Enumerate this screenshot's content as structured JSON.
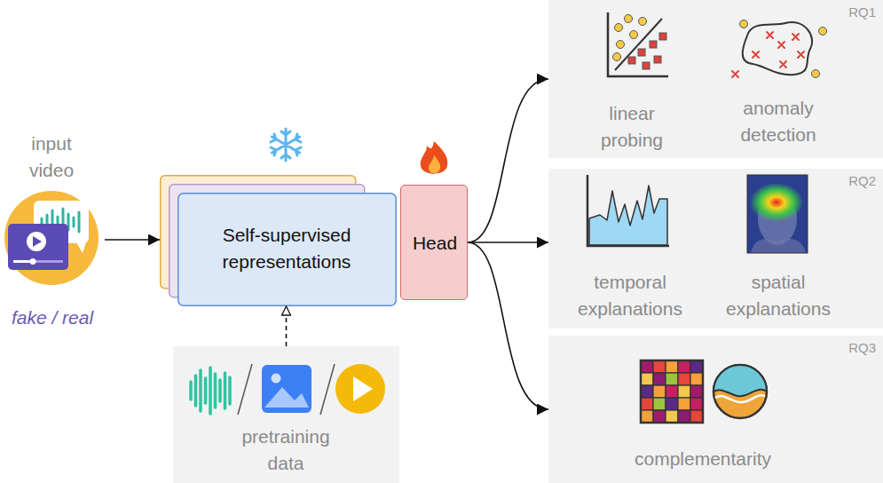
{
  "diagram": {
    "nodes": [
      {
        "text": [
          "input video",
          "fake / real"
        ]
      },
      {
        "text": [
          "Self-supervised representations"
        ]
      },
      {
        "text": [
          "Head"
        ]
      },
      {
        "text": [
          "pretraining data"
        ]
      },
      {
        "text": [
          "RQ1",
          "linear probing",
          "anomaly detection"
        ]
      },
      {
        "text": [
          "RQ2",
          "temporal explanations",
          "spatial explanations"
        ]
      },
      {
        "text": [
          "RQ3",
          "complementarity"
        ]
      }
    ],
    "edges": [
      {
        "from": 0,
        "to": 1,
        "arrow": "to"
      },
      {
        "from": 3,
        "to": 1,
        "arrow": "to"
      },
      {
        "from": 2,
        "to": 4,
        "arrow": "to"
      },
      {
        "from": 2,
        "to": 5,
        "arrow": "to"
      },
      {
        "from": 2,
        "to": 6,
        "arrow": "to"
      }
    ]
  }
}
